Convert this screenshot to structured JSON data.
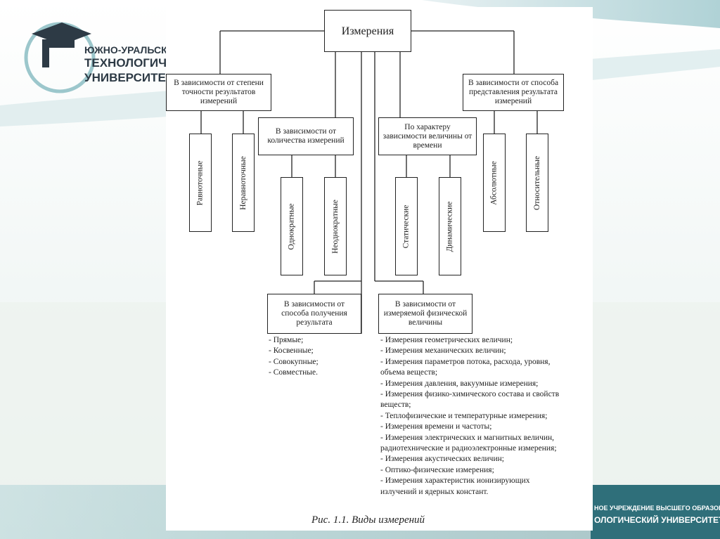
{
  "logo": {
    "line1": "ЮЖНО-УРАЛЬСКИЙ",
    "line2": "ТЕХНОЛОГИЧЕСКИЙ",
    "line3": "УНИВЕРСИТЕТ"
  },
  "footer": {
    "line1": "НОЕ УЧРЕЖДЕНИЕ ВЫСШЕГО ОБРАЗОВАНИЯ",
    "line2": "ОЛОГИЧЕСКИЙ УНИВЕРСИТЕТ»"
  },
  "colors": {
    "teal_dark": "#2f6f7a",
    "teal_light": "#9cc7cc",
    "logo_gray": "#2d3a45"
  },
  "diagram": {
    "root": "Измерения",
    "precision": {
      "label": "В зависимости от степени точности результатов измерений",
      "children": [
        "Равноточные",
        "Неравноточные"
      ]
    },
    "count": {
      "label": "В зависимости от количества измерений",
      "children": [
        "Однократные",
        "Неоднократные"
      ]
    },
    "time": {
      "label": "По характеру зависимости величины от времени",
      "children": [
        "Статические",
        "Динамические"
      ]
    },
    "representation": {
      "label": "В зависимости от способа представления результата измерений",
      "children": [
        "Абсолютные",
        "Относительные"
      ]
    },
    "obtaining": {
      "label": "В зависимости от способа получения результата",
      "items": [
        "- Прямые;",
        "- Косвенные;",
        "- Совокупные;",
        "- Совместные."
      ]
    },
    "physical": {
      "label": "В зависимости от измеряемой физической величины",
      "items": [
        "- Измерения геометрических величин;",
        "- Измерения механических величин;",
        "- Измерения параметров потока, расхода, уровня,",
        "объема веществ;",
        "- Измерения давления, вакуумные измерения;",
        "- Измерения физико-химического состава и свойств",
        "веществ;",
        "- Теплофизические и температурные измерения;",
        "- Измерения времени и частоты;",
        "- Измерения электрических и магнитных величин,",
        "радиотехнические и радиоэлектронные измерения;",
        "- Измерения акустических величин;",
        "- Оптико-физические измерения;",
        "- Измерения характеристик ионизирующих",
        "излучений и ядерных констант."
      ]
    },
    "caption": "Рис. 1.1. Виды измерений"
  }
}
